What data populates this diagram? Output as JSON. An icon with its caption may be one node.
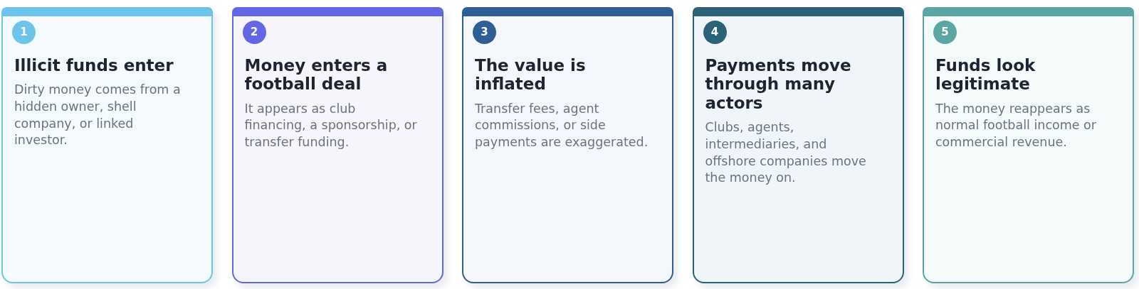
{
  "diagram": {
    "nodes": [
      {
        "text": [
          "Illicit funds enter",
          "Dirty money comes from a hidden owner, shell company, or linked investor."
        ]
      },
      {
        "text": [
          "1"
        ],
        "in": 0
      },
      {
        "text": [
          "Money enters a football deal",
          "It appears as club financing, a sponsorship, or transfer funding."
        ]
      },
      {
        "text": [
          "2"
        ],
        "in": 2
      },
      {
        "text": [
          "The value is inflated",
          "Transfer fees, agent commissions, or side payments are exaggerated."
        ]
      },
      {
        "text": [
          "3"
        ],
        "in": 4
      },
      {
        "text": [
          "Payments move through many actors",
          "Clubs, agents, intermediaries, and offshore companies move the money on."
        ]
      },
      {
        "text": [
          "4"
        ],
        "in": 6
      },
      {
        "text": [
          "Funds look legitimate",
          "The money reappears as normal football income or commercial revenue."
        ]
      },
      {
        "text": [
          "5"
        ],
        "in": 8
      }
    ]
  }
}
